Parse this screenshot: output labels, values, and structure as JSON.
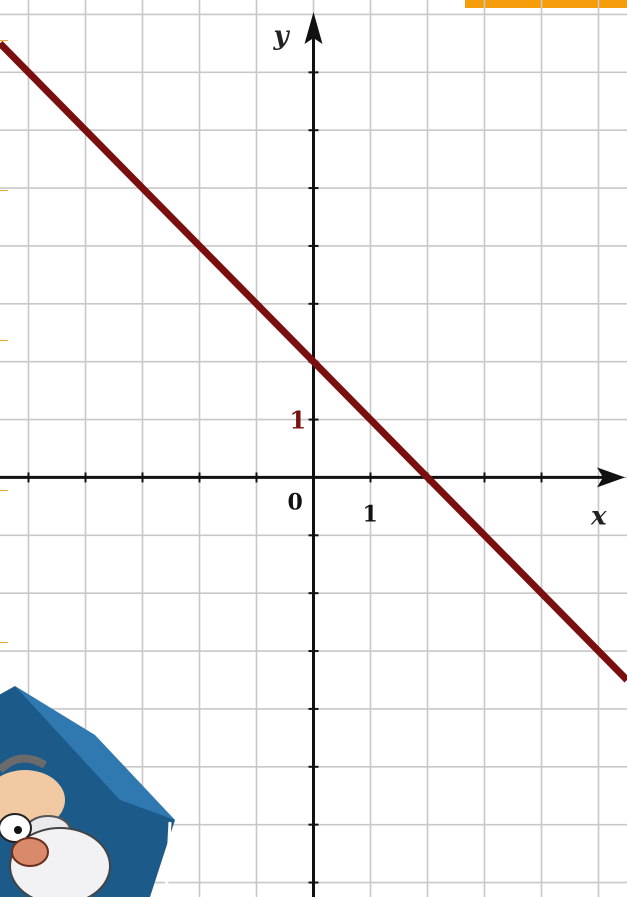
{
  "chart_data": {
    "type": "line",
    "xlabel": "x",
    "ylabel": "y",
    "xlim": [
      -5.5,
      5.5
    ],
    "ylim": [
      -7.25,
      8.25
    ],
    "grid": true,
    "grid_step": 1,
    "axis_tick_labels": {
      "origin": "0",
      "x_unit": "1",
      "y_unit": "1"
    },
    "series": [
      {
        "x": [
          -5.5,
          5.5
        ],
        "y": [
          7.5,
          -3.5
        ]
      }
    ],
    "colors": {
      "line": "#7a0f0f",
      "axis": "#111111",
      "grid": "#c8c8c8",
      "y_unit_label": "#7a1010",
      "accent": "#f59d0a"
    },
    "decoration": "cartoon-professor-with-mortarboard"
  }
}
